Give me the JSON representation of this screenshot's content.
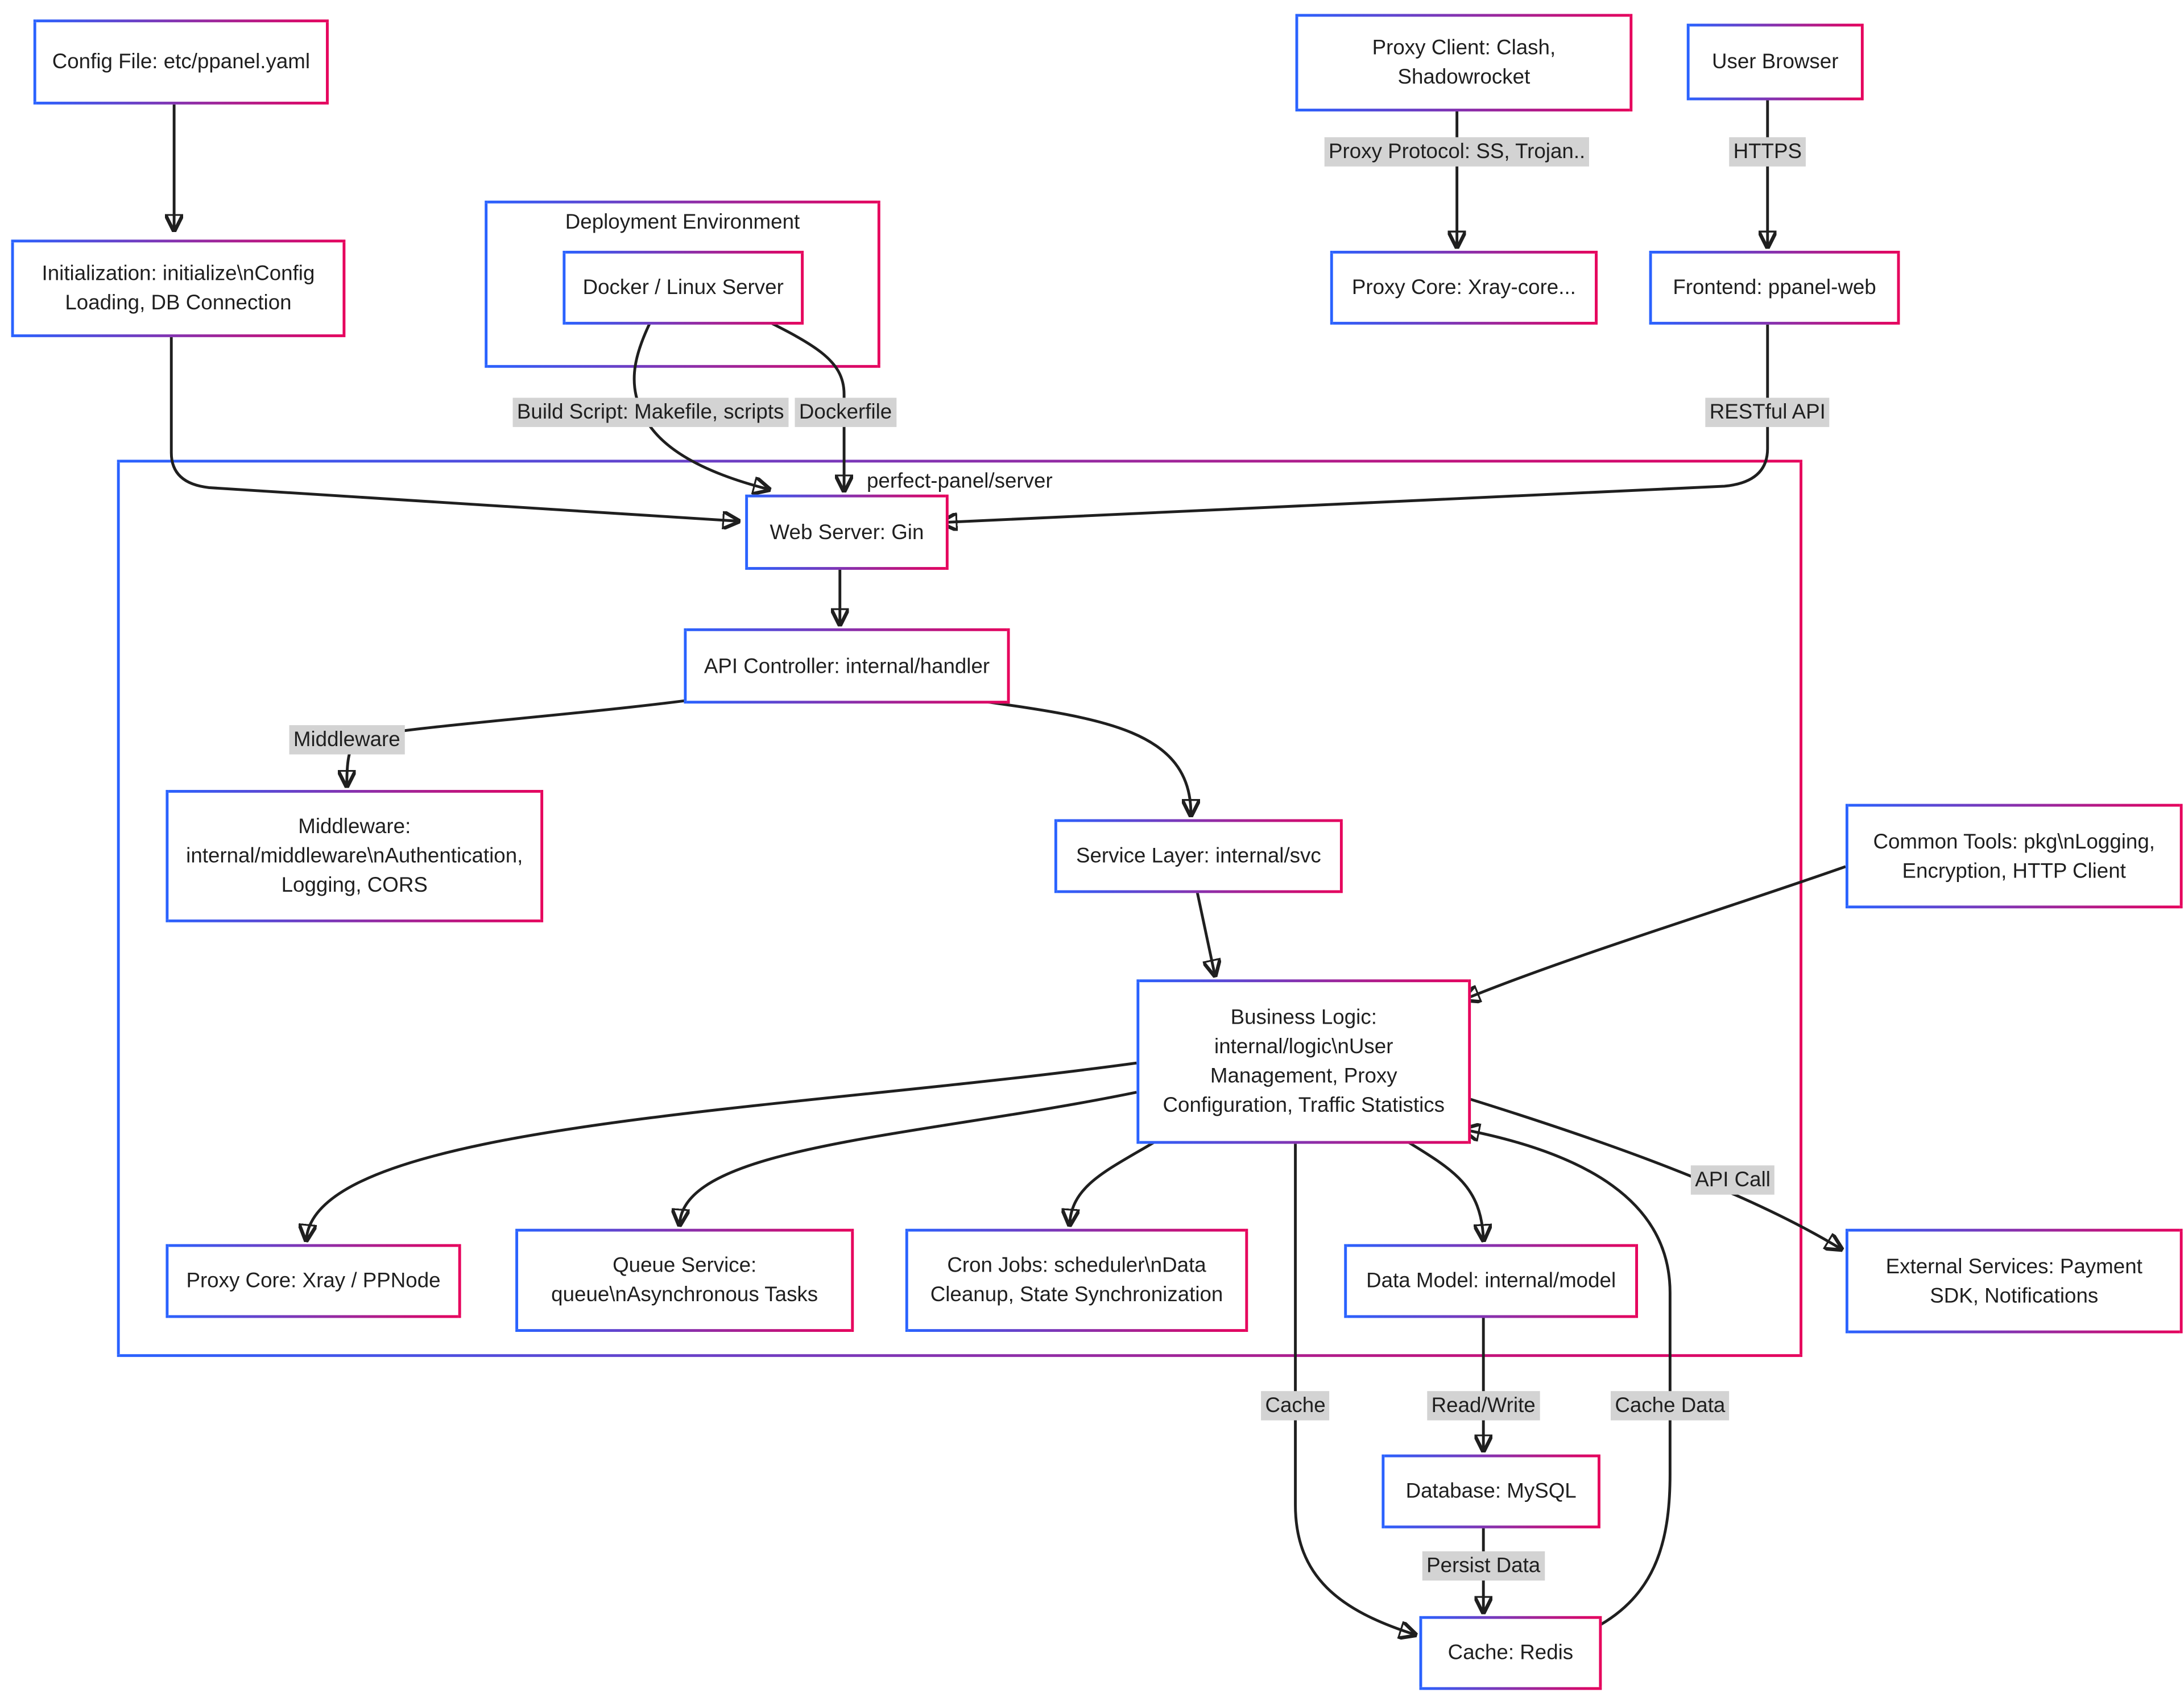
{
  "diagram": {
    "containers": {
      "deployment": {
        "title": "Deployment Environment"
      },
      "server": {
        "title": "perfect-panel/server"
      }
    },
    "nodes": {
      "config_file": {
        "label": "Config File: etc/ppanel.yaml"
      },
      "initialization": {
        "label": "Initialization: initialize\\nConfig\nLoading, DB Connection"
      },
      "docker_server": {
        "label": "Docker / Linux Server"
      },
      "proxy_client": {
        "label": "Proxy Client: Clash,\nShadowrocket"
      },
      "user_browser": {
        "label": "User Browser"
      },
      "proxy_core_xray": {
        "label": "Proxy Core: Xray-core..."
      },
      "frontend": {
        "label": "Frontend: ppanel-web"
      },
      "web_server": {
        "label": "Web Server: Gin"
      },
      "api_controller": {
        "label": "API Controller: internal/handler"
      },
      "middleware": {
        "label": "Middleware:\ninternal/middleware\\nAuthentication,\nLogging, CORS"
      },
      "service_layer": {
        "label": "Service Layer: internal/svc"
      },
      "business_logic": {
        "label": "Business Logic:\ninternal/logic\\nUser\nManagement, Proxy\nConfiguration, Traffic Statistics"
      },
      "proxy_core_node": {
        "label": "Proxy Core: Xray / PPNode"
      },
      "queue_service": {
        "label": "Queue Service:\nqueue\\nAsynchronous Tasks"
      },
      "cron_jobs": {
        "label": "Cron Jobs: scheduler\\nData\nCleanup, State Synchronization"
      },
      "data_model": {
        "label": "Data Model: internal/model"
      },
      "common_tools": {
        "label": "Common Tools: pkg\\nLogging,\nEncryption, HTTP Client"
      },
      "external_services": {
        "label": "External Services: Payment\nSDK, Notifications"
      },
      "database_mysql": {
        "label": "Database: MySQL"
      },
      "cache_redis": {
        "label": "Cache: Redis"
      }
    },
    "edge_labels": {
      "proxy_protocol": "Proxy Protocol: SS, Trojan..",
      "https": "HTTPS",
      "build_script": "Build Script: Makefile, scripts",
      "dockerfile": "Dockerfile",
      "restful_api": "RESTful API",
      "middleware": "Middleware",
      "api_call": "API Call",
      "cache": "Cache",
      "read_write": "Read/Write",
      "cache_data": "Cache Data",
      "persist_data": "Persist Data"
    },
    "colors": {
      "border_blue": "#2962ff",
      "border_pink": "#e6005c",
      "edge": "#1f1f1f",
      "label_bg": "#d3d3d3",
      "node_bg": "#ffffff"
    }
  }
}
